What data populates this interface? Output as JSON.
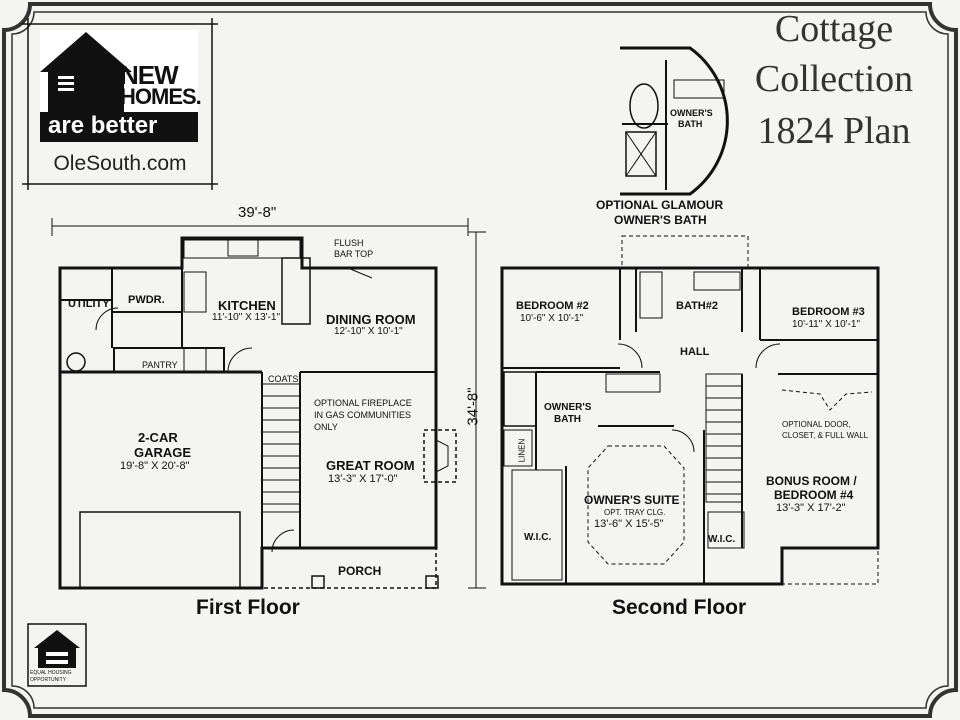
{
  "brand": {
    "logo_line1": "NEW",
    "logo_line2": "HOMES.",
    "logo_line3": "are better",
    "website": "OleSouth.com"
  },
  "title": {
    "line1": "Cottage",
    "line2": "Collection",
    "line3": "1824 Plan"
  },
  "first_floor": {
    "caption": "First Floor",
    "width_dim": "39'-8\"",
    "depth_dim": "34'-8\"",
    "rooms": {
      "utility": "UTILITY",
      "powder": "PWDR.",
      "kitchen_name": "KITCHEN",
      "kitchen_size": "11'-10\" X 13'-1\"",
      "flush_bar_line1": "FLUSH",
      "flush_bar_line2": "BAR TOP",
      "dining_name": "DINING ROOM",
      "dining_size": "12'-10\" X 10'-1\"",
      "pantry": "PANTRY",
      "coats": "COATS",
      "fireplace_line1": "OPTIONAL FIREPLACE",
      "fireplace_line2": "IN GAS COMMUNITIES",
      "fireplace_line3": "ONLY",
      "garage_line1": "2-CAR",
      "garage_line2": "GARAGE",
      "garage_size": "19'-8\" X 20'-8\"",
      "great_name": "GREAT ROOM",
      "great_size": "13'-3\" X 17'-0\"",
      "porch": "PORCH"
    }
  },
  "second_floor": {
    "caption": "Second Floor",
    "rooms": {
      "bed2_name": "BEDROOM #2",
      "bed2_size": "10'-6\" X 10'-1\"",
      "bath2": "BATH#2",
      "bed3_name": "BEDROOM #3",
      "bed3_size": "10'-11\" X 10'-1\"",
      "hall": "HALL",
      "owners_bath_line1": "OWNER'S",
      "owners_bath_line2": "BATH",
      "linen": "LINEN",
      "optional_door_line1": "OPTIONAL DOOR,",
      "optional_door_line2": "CLOSET, & FULL WALL",
      "bonus_line1": "BONUS ROOM /",
      "bonus_line2": "BEDROOM #4",
      "bonus_size": "13'-3\" X 17'-2\"",
      "suite_name": "OWNER'S SUITE",
      "suite_note": "OPT. TRAY CLG.",
      "suite_size": "13'-6\" X 15'-5\"",
      "wic_left": "W.I.C.",
      "wic_right": "W.I.C."
    }
  },
  "glamour_bath": {
    "inset_line1": "OWNER'S",
    "inset_line2": "BATH",
    "caption_line1": "OPTIONAL GLAMOUR",
    "caption_line2": "OWNER'S BATH"
  },
  "equal_housing": {
    "line1": "EQUAL HOUSING",
    "line2": "OPPORTUNITY"
  },
  "colors": {
    "ink": "#111111",
    "paper": "#f4f4f3"
  }
}
